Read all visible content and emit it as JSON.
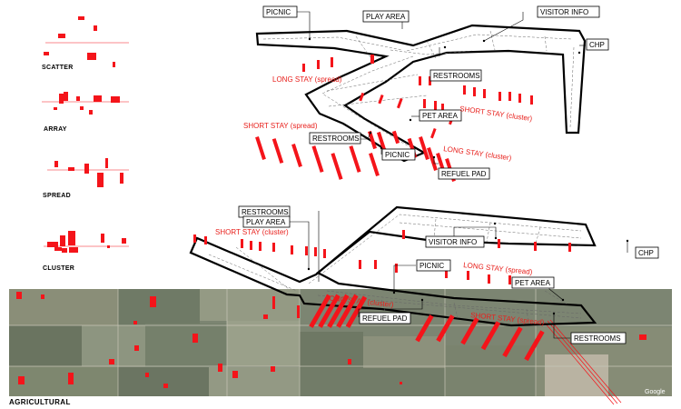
{
  "legend": {
    "scatter": "SCATTER",
    "array": "ARRAY",
    "spread": "SPREAD",
    "cluster": "CLUSTER"
  },
  "upper_plan": {
    "labels": {
      "picnic_top": "PICNIC",
      "play_area": "PLAY AREA",
      "visitor_info": "VISITOR INFO",
      "chp": "CHP",
      "restrooms_right": "RESTROOMS",
      "pet_area": "PET AREA",
      "restrooms_left": "RESTROOMS",
      "picnic_mid": "PICNIC",
      "refuel_pad": "REFUEL PAD"
    },
    "zones": {
      "long_stay_spread": "LONG STAY (spread)",
      "short_stay_cluster": "SHORT STAY (cluster)",
      "short_stay_spread": "SHORT STAY (spread)",
      "long_stay_cluster": "LONG STAY (cluster)"
    }
  },
  "lower_plan": {
    "labels": {
      "restrooms_top": "RESTROOMS",
      "play_area": "PLAY AREA",
      "visitor_info": "VISITOR INFO",
      "chp": "CHP",
      "picnic": "PICNIC",
      "pet_area": "PET AREA",
      "refuel_pad": "REFUEL PAD",
      "restrooms_right": "RESTROOMS"
    },
    "zones": {
      "short_stay_cluster": "SHORT STAY (cluster)",
      "long_stay_spread": "LONG STAY (spread)",
      "long_stay_cluster": "LONG STAY (cluster)",
      "short_stay_spread": "SHORT STAY (spread)"
    }
  },
  "bottom": {
    "title": "AGRICULTURAL",
    "watermark": "Google"
  },
  "colors": {
    "accent_red": "#f4141a",
    "line": "#000000"
  }
}
